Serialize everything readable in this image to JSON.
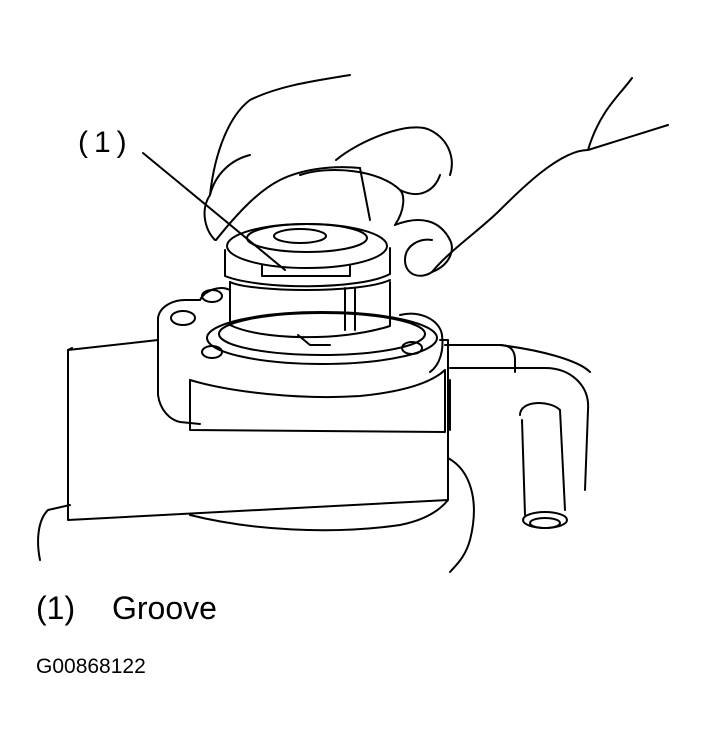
{
  "callout": {
    "label": "(1)"
  },
  "legend": {
    "items": [
      {
        "number": "(1)",
        "text": "Groove"
      }
    ]
  },
  "figure": {
    "code": "G00868122"
  },
  "colors": {
    "line": "#000000",
    "background": "#ffffff"
  }
}
